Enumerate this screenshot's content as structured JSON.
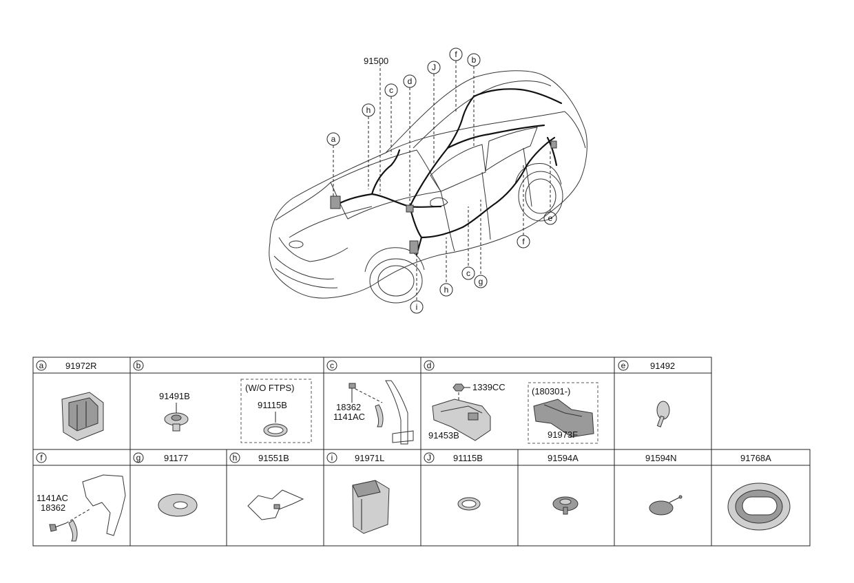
{
  "main_label": "91500",
  "callouts": {
    "a": "a",
    "b": "b",
    "c": "c",
    "d": "d",
    "e": "e",
    "f": "f",
    "g": "g",
    "h": "h",
    "i": "i",
    "J": "J"
  },
  "table": {
    "a": {
      "letter": "a",
      "part": "91972R"
    },
    "b": {
      "letter": "b",
      "part1": "91491B",
      "note": "(W/O FTPS)",
      "part2": "91115B"
    },
    "c": {
      "letter": "c",
      "part1": "18362",
      "part2": "1141AC"
    },
    "d": {
      "letter": "d",
      "part1": "1339CC",
      "part2": "91453B",
      "note": "(180301-)",
      "part3": "91973F"
    },
    "e": {
      "letter": "e",
      "part": "91492"
    },
    "f": {
      "letter": "f",
      "part1": "1141AC",
      "part2": "18362"
    },
    "g": {
      "letter": "g",
      "part": "91177"
    },
    "h": {
      "letter": "h",
      "part": "91551B"
    },
    "i": {
      "letter": "i",
      "part": "91971L"
    },
    "J": {
      "letter": "J",
      "part": "91115B"
    },
    "k": {
      "part": "91594A"
    },
    "l": {
      "part": "91594N"
    },
    "m": {
      "part": "91768A"
    }
  }
}
